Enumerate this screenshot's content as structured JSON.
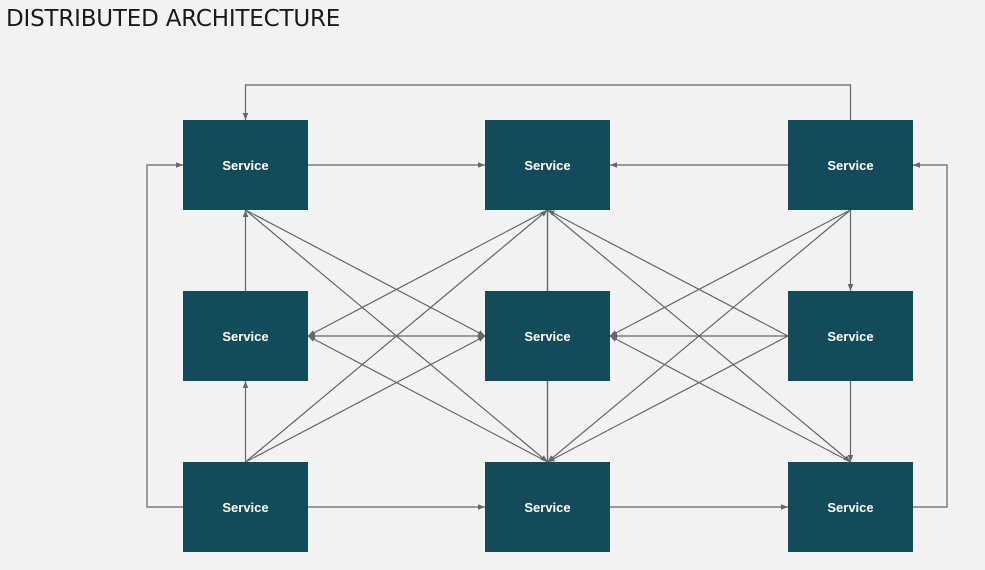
{
  "title": "DISTRIBUTED ARCHITECTURE",
  "colors": {
    "node_fill": "#134b5b",
    "edge": "#666666",
    "background": "#f2f2f2"
  },
  "nodes": [
    {
      "id": "r0c0",
      "label": "Service"
    },
    {
      "id": "r0c1",
      "label": "Service"
    },
    {
      "id": "r0c2",
      "label": "Service"
    },
    {
      "id": "r1c0",
      "label": "Service"
    },
    {
      "id": "r1c1",
      "label": "Service"
    },
    {
      "id": "r1c2",
      "label": "Service"
    },
    {
      "id": "r2c0",
      "label": "Service"
    },
    {
      "id": "r2c1",
      "label": "Service"
    },
    {
      "id": "r2c2",
      "label": "Service"
    }
  ]
}
